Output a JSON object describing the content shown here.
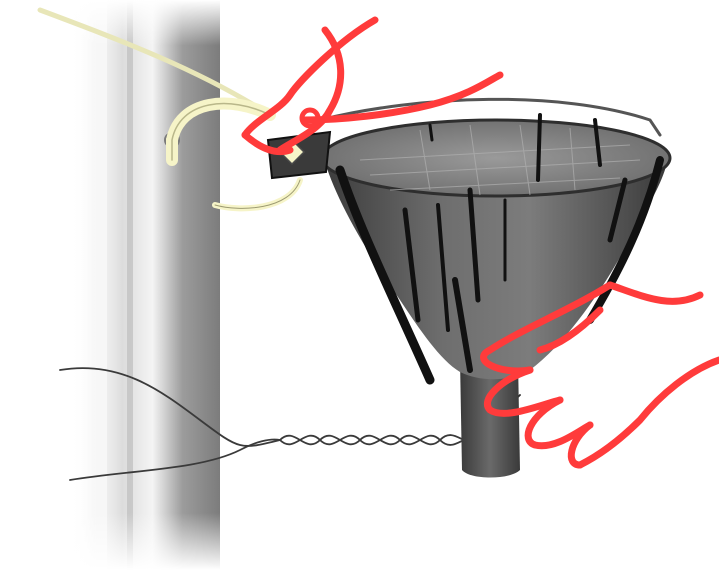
{
  "scene": {
    "subjects": [
      "pole",
      "cable-tie",
      "funnel",
      "wire",
      "hand",
      "cutters"
    ],
    "colors": {
      "background": "#ffffff",
      "pole_light": "#f2f2f2",
      "pole_dark": "#9a9a9a",
      "funnel_fill": "#5e5e5e",
      "funnel_dark": "#2e2e2e",
      "funnel_top": "#8a8a8a",
      "ink": "#111111",
      "highlight": "#ff3b3b",
      "cable_tie": "#f6f4c8",
      "wire": "#3a3a3a"
    }
  }
}
